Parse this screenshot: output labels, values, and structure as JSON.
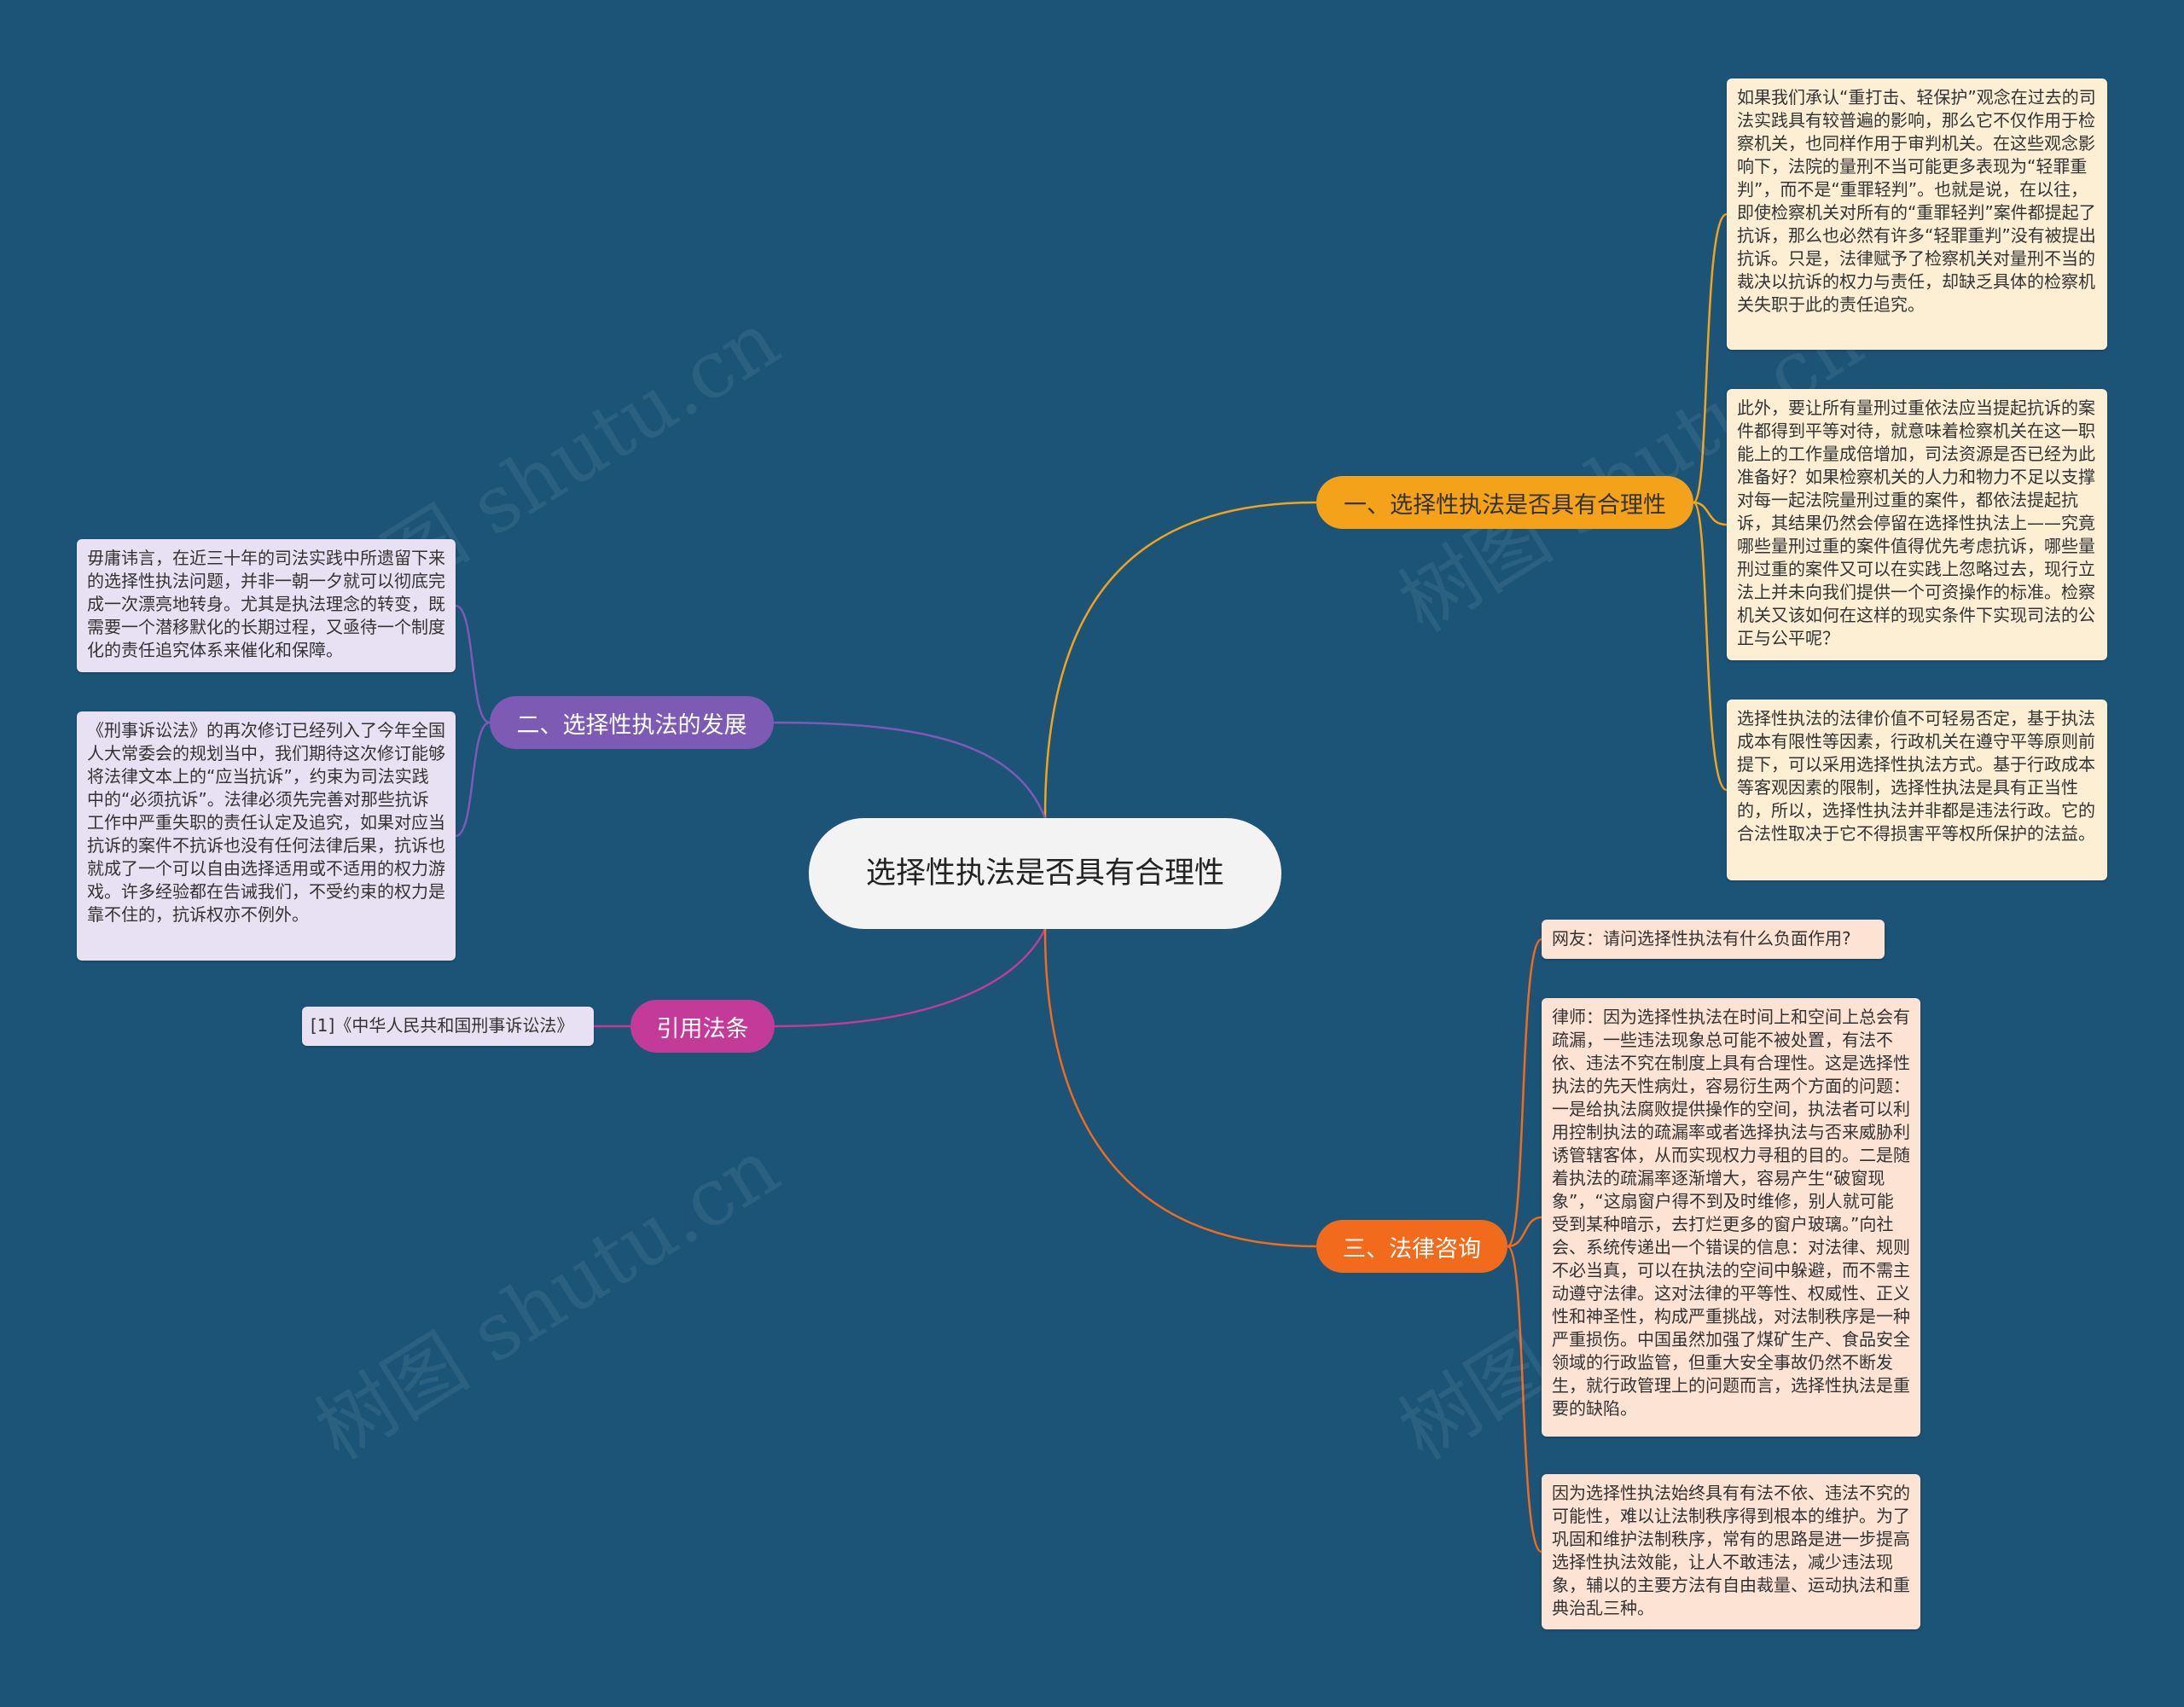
{
  "root": {
    "title": "选择性执法是否具有合理性"
  },
  "branches": {
    "b1": {
      "label": "一、选择性执法是否具有合理性",
      "color": "#f4a21a"
    },
    "b2": {
      "label": "二、选择性执法的发展",
      "color": "#7d5ab3"
    },
    "b3": {
      "label": "引用法条",
      "color": "#c33a98"
    },
    "b4": {
      "label": "三、法律咨询",
      "color": "#f26a1b"
    }
  },
  "leaves": {
    "l1": "如果我们承认“重打击、轻保护”观念在过去的司法实践具有较普遍的影响，那么它不仅作用于检察机关，也同样作用于审判机关。在这些观念影响下，法院的量刑不当可能更多表现为“轻罪重判”，而不是“重罪轻判”。也就是说，在以往，即使检察机关对所有的“重罪轻判”案件都提起了抗诉，那么也必然有许多“轻罪重判”没有被提出抗诉。只是，法律赋予了检察机关对量刑不当的裁决以抗诉的权力与责任，却缺乏具体的检察机关失职于此的责任追究。",
    "l2": "此外，要让所有量刑过重依法应当提起抗诉的案件都得到平等对待，就意味着检察机关在这一职能上的工作量成倍增加，司法资源是否已经为此准备好？如果检察机关的人力和物力不足以支撑对每一起法院量刑过重的案件，都依法提起抗诉，其结果仍然会停留在选择性执法上——究竟哪些量刑过重的案件值得优先考虑抗诉，哪些量刑过重的案件又可以在实践上忽略过去，现行立法上并未向我们提供一个可资操作的标准。检察机关又该如何在这样的现实条件下实现司法的公正与公平呢？",
    "l3": "选择性执法的法律价值不可轻易否定，基于执法成本有限性等因素，行政机关在遵守平等原则前提下，可以采用选择性执法方式。基于行政成本等客观因素的限制，选择性执法是具有正当性的，所以，选择性执法并非都是违法行政。它的合法性取决于它不得损害平等权所保护的法益。",
    "l4": "毋庸讳言，在近三十年的司法实践中所遗留下来的选择性执法问题，并非一朝一夕就可以彻底完成一次漂亮地转身。尤其是执法理念的转变，既需要一个潜移默化的长期过程，又亟待一个制度化的责任追究体系来催化和保障。",
    "l5": "《刑事诉讼法》的再次修订已经列入了今年全国人大常委会的规划当中，我们期待这次修订能够将法律文本上的“应当抗诉”，约束为司法实践中的“必须抗诉”。法律必须先完善对那些抗诉工作中严重失职的责任认定及追究，如果对应当抗诉的案件不抗诉也没有任何法律后果，抗诉也就成了一个可以自由选择适用或不适用的权力游戏。许多经验都在告诫我们，不受约束的权力是靠不住的，抗诉权亦不例外。",
    "l6": "[1]《中华人民共和国刑事诉讼法》",
    "l7": "网友：请问选择性执法有什么负面作用?",
    "l8": "律师：因为选择性执法在时间上和空间上总会有疏漏，一些违法现象总可能不被处置，有法不依、违法不究在制度上具有合理性。这是选择性执法的先天性病灶，容易衍生两个方面的问题：一是给执法腐败提供操作的空间，执法者可以利用控制执法的疏漏率或者选择执法与否来威胁利诱管辖客体，从而实现权力寻租的目的。二是随着执法的疏漏率逐渐增大，容易产生“破窗现象”，“这扇窗户得不到及时维修，别人就可能受到某种暗示，去打烂更多的窗户玻璃。”向社会、系统传递出一个错误的信息：对法律、规则不必当真，可以在执法的空间中躲避，而不需主动遵守法律。这对法律的平等性、权威性、正义性和神圣性，构成严重挑战，对法制秩序是一种严重损伤。中国虽然加强了煤矿生产、食品安全领域的行政监管，但重大安全事故仍然不断发生，就行政管理上的问题而言，选择性执法是重要的缺陷。",
    "l9": "因为选择性执法始终具有有法不依、违法不究的可能性，难以让法制秩序得到根本的维护。为了巩固和维护法制秩序，常有的思路是进一步提高选择性执法效能，让人不敢违法，减少违法现象，辅以的主要方法有自由裁量、运动执法和重典治乱三种。"
  },
  "watermark": "树图 shutu.cn"
}
